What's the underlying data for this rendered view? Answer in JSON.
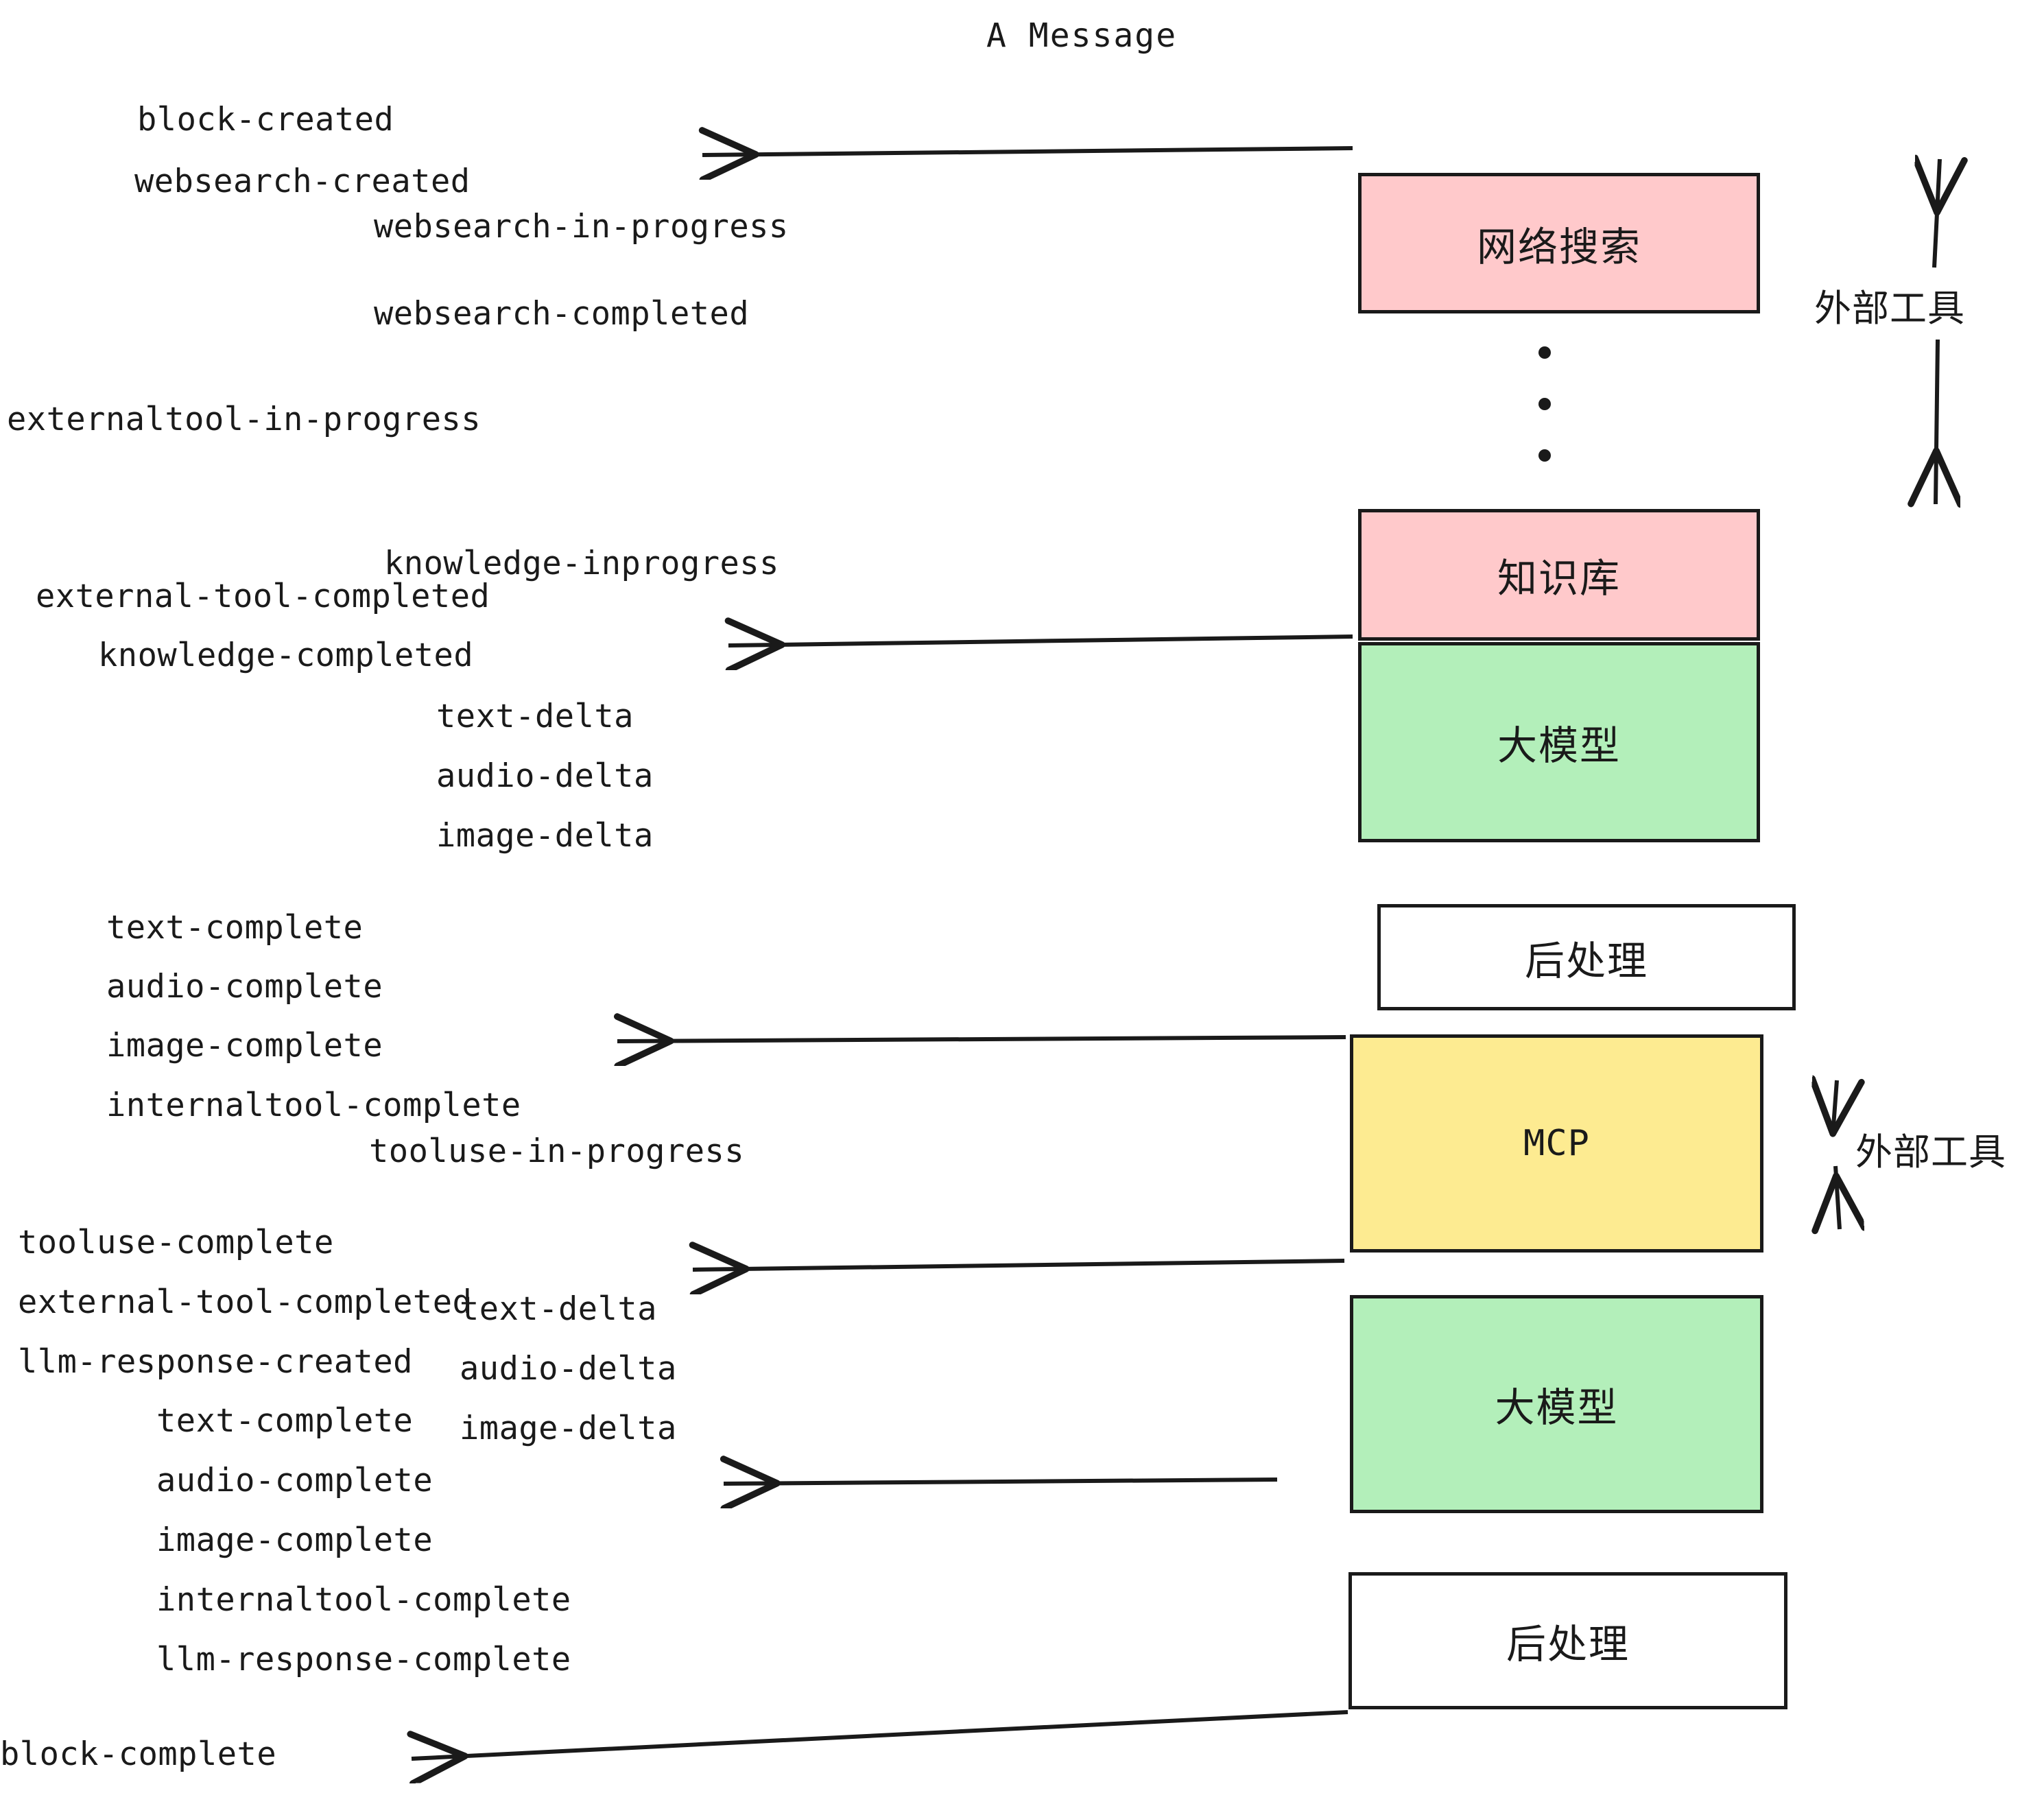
{
  "title": "A Message",
  "colors": {
    "pink": "#ffc9cb",
    "green": "#b3efba",
    "yellow": "#fdeb91",
    "white": "#ffffff",
    "stroke": "#1a1a1a"
  },
  "nodes": [
    {
      "id": "websearch",
      "label": "网络搜索",
      "fill": "pink"
    },
    {
      "id": "knowledge",
      "label": "知识库",
      "fill": "pink"
    },
    {
      "id": "llm-1",
      "label": "大模型",
      "fill": "green"
    },
    {
      "id": "postproc-1",
      "label": "后处理",
      "fill": "white"
    },
    {
      "id": "mcp",
      "label": "MCP",
      "fill": "yellow"
    },
    {
      "id": "llm-2",
      "label": "大模型",
      "fill": "green"
    },
    {
      "id": "postproc-2",
      "label": "后处理",
      "fill": "white"
    }
  ],
  "side_labels": [
    {
      "id": "external-tools-top",
      "label": "外部工具"
    },
    {
      "id": "external-tools-bottom",
      "label": "外部工具"
    }
  ],
  "events": [
    {
      "id": "e01",
      "text": "block-created"
    },
    {
      "id": "e02",
      "text": "websearch-created"
    },
    {
      "id": "e03",
      "text": "websearch-in-progress"
    },
    {
      "id": "e04",
      "text": "websearch-completed"
    },
    {
      "id": "e05",
      "text": "externaltool-in-progress"
    },
    {
      "id": "e06",
      "text": "knowledge-inprogress"
    },
    {
      "id": "e07",
      "text": "external-tool-completed"
    },
    {
      "id": "e08",
      "text": "knowledge-completed"
    },
    {
      "id": "e09",
      "text": "text-delta"
    },
    {
      "id": "e10",
      "text": "audio-delta"
    },
    {
      "id": "e11",
      "text": "image-delta"
    },
    {
      "id": "e12",
      "text": "text-complete"
    },
    {
      "id": "e13",
      "text": "audio-complete"
    },
    {
      "id": "e14",
      "text": "image-complete"
    },
    {
      "id": "e15",
      "text": "internaltool-complete"
    },
    {
      "id": "e16",
      "text": "tooluse-in-progress"
    },
    {
      "id": "e17",
      "text": "tooluse-complete"
    },
    {
      "id": "e18",
      "text": "external-tool-completed"
    },
    {
      "id": "e19",
      "text": "llm-response-created"
    },
    {
      "id": "e20",
      "text": "text-delta"
    },
    {
      "id": "e21",
      "text": "audio-delta"
    },
    {
      "id": "e22",
      "text": "image-delta"
    },
    {
      "id": "e23",
      "text": "text-complete"
    },
    {
      "id": "e24",
      "text": "audio-complete"
    },
    {
      "id": "e25",
      "text": "image-complete"
    },
    {
      "id": "e26",
      "text": "internaltool-complete"
    },
    {
      "id": "e27",
      "text": "llm-response-complete"
    },
    {
      "id": "e28",
      "text": "block-complete"
    }
  ]
}
